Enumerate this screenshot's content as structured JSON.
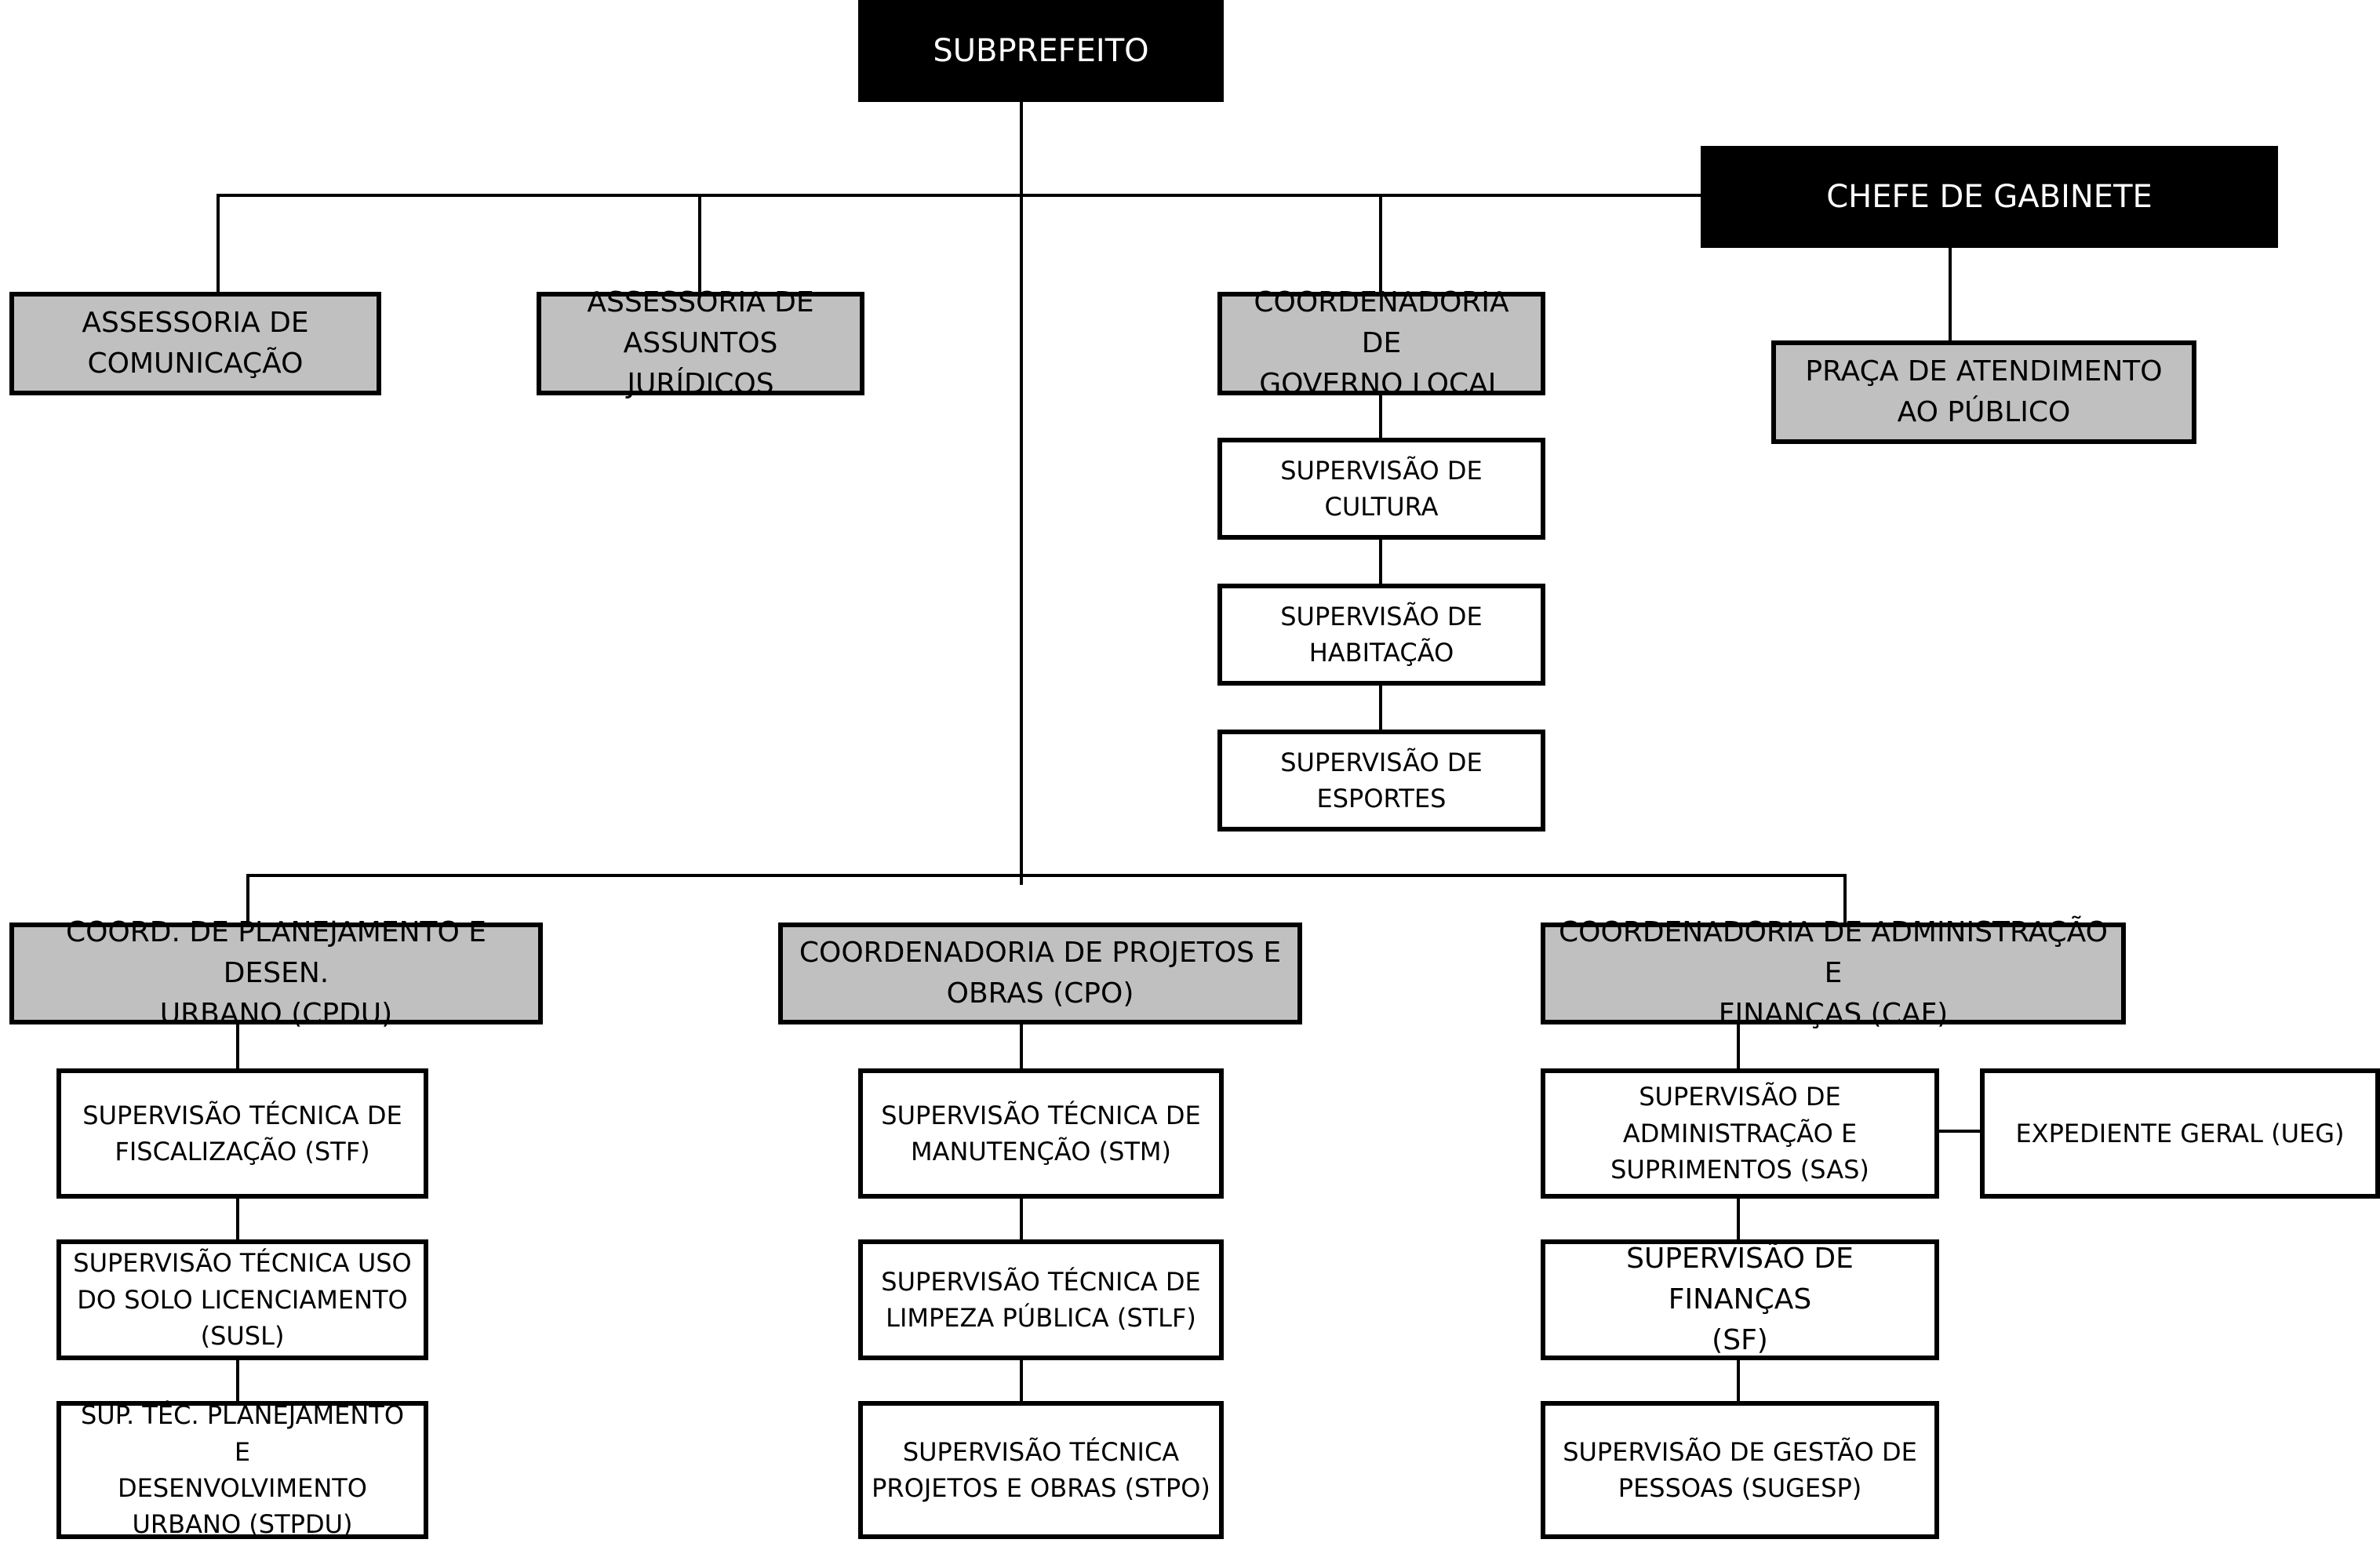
{
  "nodes": {
    "subprefeito": "SUBPREFEITO",
    "chefe_gabinete": "CHEFE DE GABINETE",
    "assessoria_comunicacao": "ASSESSORIA DE\nCOMUNICAÇÃO",
    "assessoria_juridicos": "ASSESSORIA DE\nASSUNTOS JURÍDICOS",
    "coord_governo_local": "COORDENADORIA DE\nGOVERNO LOCAL",
    "praca_atendimento": "PRAÇA DE ATENDIMENTO\nAO PÚBLICO",
    "sup_cultura": "SUPERVISÃO DE CULTURA",
    "sup_habitacao": "SUPERVISÃO DE\nHABITAÇÃO",
    "sup_esportes": "SUPERVISÃO DE\nESPORTES",
    "coord_cpdu": "COORD. DE PLANEJAMENTO E DESEN.\nURBANO (CPDU)",
    "coord_cpo": "COORDENADORIA DE PROJETOS E\nOBRAS (CPO)",
    "coord_caf": "COORDENADORIA DE ADMINISTRAÇÃO E\nFINANÇAS (CAF)",
    "stf": "SUPERVISÃO TÉCNICA DE\nFISCALIZAÇÃO (STF)",
    "susl": "SUPERVISÃO TÉCNICA USO\nDO SOLO LICENCIAMENTO\n(SUSL)",
    "stpdu": "SUP. TÉC. PLANEJAMENTO E\nDESENVOLVIMENTO\nURBANO (STPDU)",
    "stm": "SUPERVISÃO TÉCNICA DE\nMANUTENÇÃO (STM)",
    "stlf": "SUPERVISÃO TÉCNICA DE\nLIMPEZA PÚBLICA (STLF)",
    "stpo": "SUPERVISÃO TÉCNICA\nPROJETOS E OBRAS (STPO)",
    "sas": "SUPERVISÃO DE\nADMINISTRAÇÃO E\nSUPRIMENTOS (SAS)",
    "ueg": "EXPEDIENTE GERAL (UEG)",
    "sf": "SUPERVISÃO DE FINANÇAS\n(SF)",
    "sugesp": "SUPERVISÃO DE GESTÃO DE\nPESSOAS (SUGESP)"
  }
}
